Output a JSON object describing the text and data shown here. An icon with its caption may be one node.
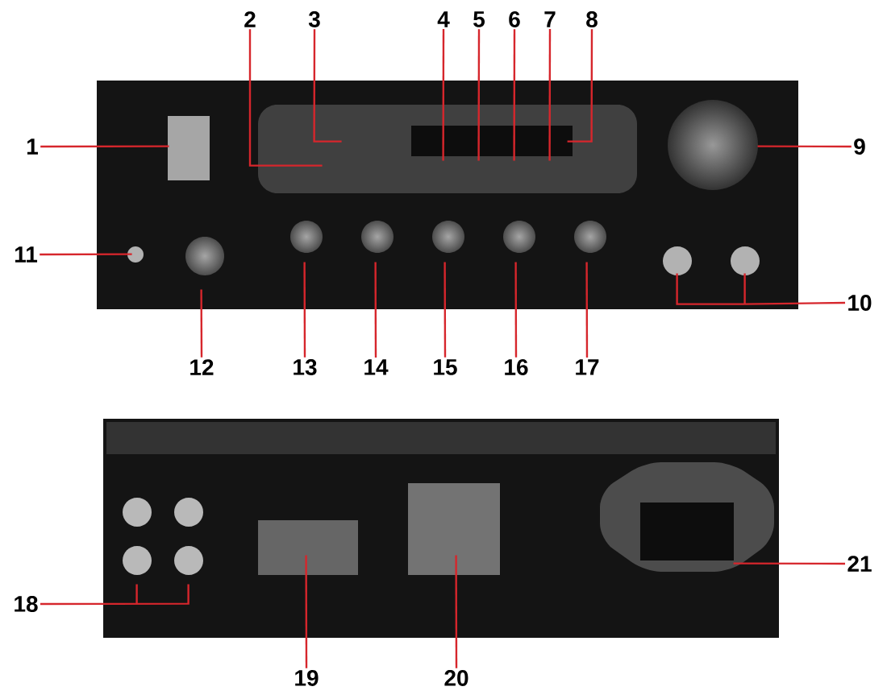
{
  "diagram": {
    "nodes": [
      {
        "text": [],
        "shape": "picture"
      },
      {
        "text": [],
        "shape": "picture"
      },
      {
        "text": [
          "1"
        ]
      },
      {
        "text": [
          "2"
        ]
      },
      {
        "text": [
          "3"
        ]
      },
      {
        "text": [
          "4"
        ]
      },
      {
        "text": [
          "5"
        ]
      },
      {
        "text": [
          "6"
        ]
      },
      {
        "text": [
          "7"
        ]
      },
      {
        "text": [
          "8"
        ]
      },
      {
        "text": [
          "9"
        ]
      },
      {
        "text": [
          "10"
        ]
      },
      {
        "text": [
          "11"
        ]
      },
      {
        "text": [
          "12"
        ]
      },
      {
        "text": [
          "13"
        ]
      },
      {
        "text": [
          "14"
        ]
      },
      {
        "text": [
          "15"
        ]
      },
      {
        "text": [
          "16"
        ]
      },
      {
        "text": [
          "17"
        ]
      },
      {
        "text": [
          "18"
        ]
      },
      {
        "text": [
          "19"
        ]
      },
      {
        "text": [
          "20"
        ]
      },
      {
        "text": [
          "21"
        ]
      }
    ],
    "edges": [
      {
        "from": 2,
        "to": 0,
        "arrow": "none"
      },
      {
        "from": 3,
        "to": 0,
        "arrow": "none"
      },
      {
        "from": 4,
        "to": 0,
        "arrow": "none"
      },
      {
        "from": 5,
        "to": 0,
        "arrow": "none"
      },
      {
        "from": 6,
        "to": 0,
        "arrow": "none"
      },
      {
        "from": 7,
        "to": 0,
        "arrow": "none"
      },
      {
        "from": 8,
        "to": 0,
        "arrow": "none"
      },
      {
        "from": 9,
        "to": 0,
        "arrow": "none"
      },
      {
        "from": 10,
        "to": 0,
        "arrow": "none"
      },
      {
        "from": 11,
        "to": 0,
        "arrow": "none"
      },
      {
        "from": 12,
        "to": 0,
        "arrow": "none"
      },
      {
        "from": 13,
        "to": 0,
        "arrow": "none"
      },
      {
        "from": 14,
        "to": 0,
        "arrow": "none"
      },
      {
        "from": 15,
        "to": 0,
        "arrow": "none"
      },
      {
        "from": 16,
        "to": 0,
        "arrow": "none"
      },
      {
        "from": 17,
        "to": 0,
        "arrow": "none"
      },
      {
        "from": 18,
        "to": 0,
        "arrow": "none"
      },
      {
        "from": 19,
        "to": 1,
        "arrow": "none"
      },
      {
        "from": 20,
        "to": 1,
        "arrow": "none"
      },
      {
        "from": 21,
        "to": 1,
        "arrow": "none"
      },
      {
        "from": 22,
        "to": 1,
        "arrow": "none"
      }
    ]
  }
}
